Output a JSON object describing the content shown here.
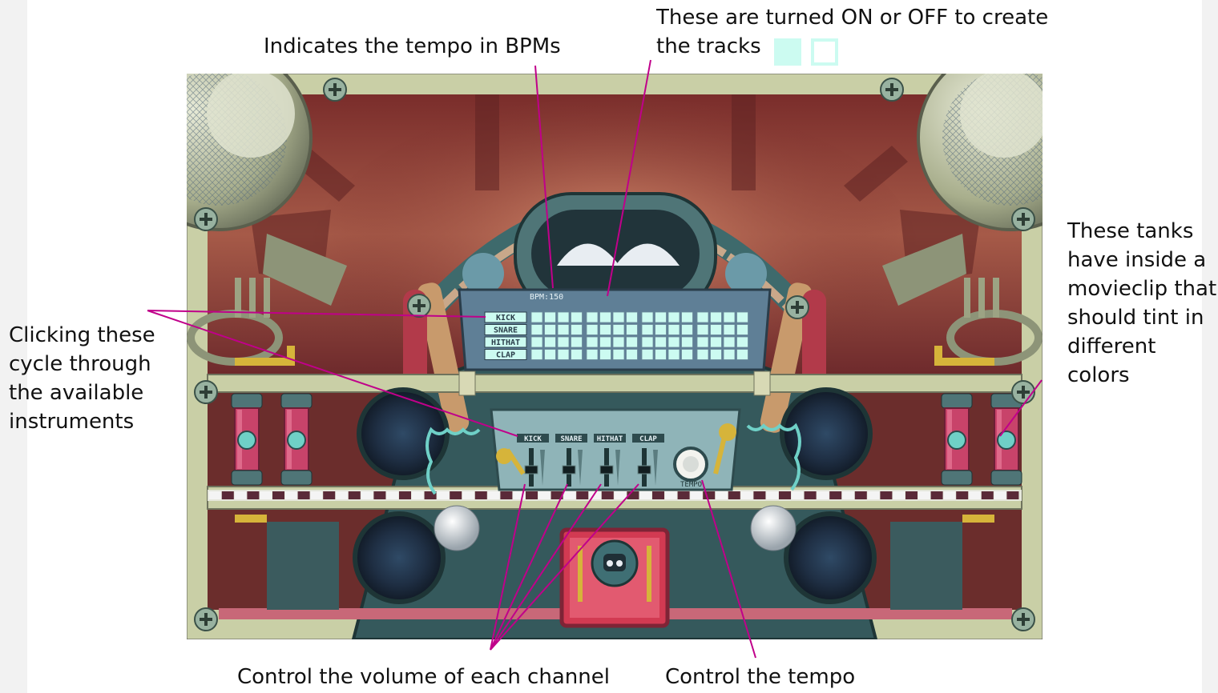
{
  "annotations": {
    "tempo_display": "Indicates the tempo in BPMs",
    "step_buttons": "These are turned ON or OFF to create\nthe tracks",
    "instruments": "Clicking these\ncycle through\nthe available\ninstruments",
    "tanks": "These tanks\nhave inside a\nmovieclip that\nshould tint in\ndifferent\ncolors",
    "volume": "Control the volume of each channel",
    "tempo_knob": "Control the tempo"
  },
  "legend": {
    "on_color": "#ccfbf1",
    "off_color": "#ffffff",
    "border_color": "#ccfbf1"
  },
  "sequencer": {
    "bpm_label": "BPM:150",
    "channels": [
      {
        "name": "KICK"
      },
      {
        "name": "SNARE"
      },
      {
        "name": "HITHAT"
      },
      {
        "name": "CLAP"
      }
    ],
    "steps_per_row": 16
  },
  "mixer": {
    "channel_labels": [
      "KICK",
      "SNARE",
      "HITHAT",
      "CLAP"
    ],
    "tempo_label": "TEMPO"
  },
  "colors": {
    "frame": "#c9cfa6",
    "accent_line": "#c0008a",
    "grid_on": "#ccfbf1",
    "metal": "#3e6a6c",
    "red_panel": "#d23a52",
    "screw": "#98b2a0"
  }
}
